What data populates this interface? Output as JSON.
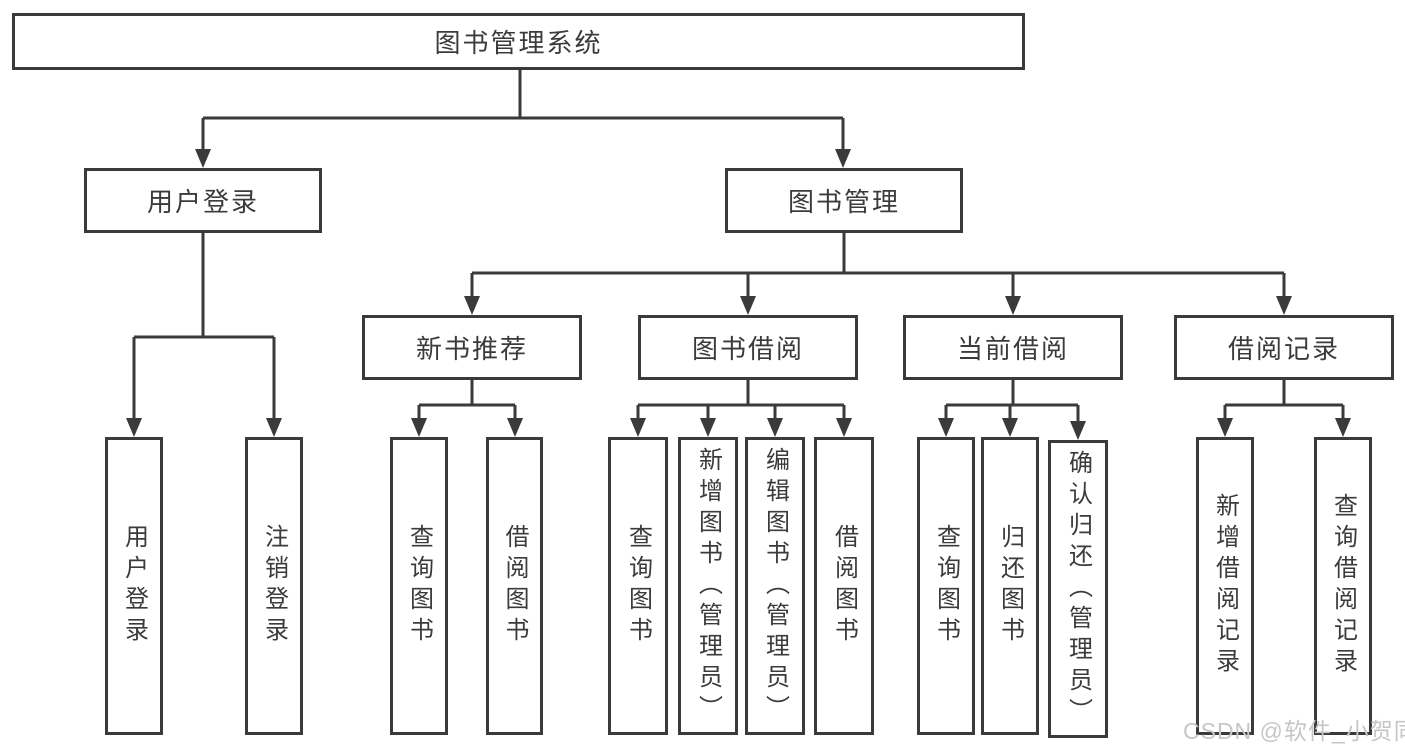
{
  "diagram": {
    "tree": {
      "label": "图书管理系统",
      "children": [
        {
          "label": "用户登录",
          "children": [
            {
              "label": "用户登录"
            },
            {
              "label": "注销登录"
            }
          ]
        },
        {
          "label": "图书管理",
          "children": [
            {
              "label": "新书推荐",
              "children": [
                {
                  "label": "查询图书"
                },
                {
                  "label": "借阅图书"
                }
              ]
            },
            {
              "label": "图书借阅",
              "children": [
                {
                  "label": "查询图书"
                },
                {
                  "label": "新增图书（管理员）"
                },
                {
                  "label": "编辑图书（管理员）"
                },
                {
                  "label": "借阅图书"
                }
              ]
            },
            {
              "label": "当前借阅",
              "children": [
                {
                  "label": "查询图书"
                },
                {
                  "label": "归还图书"
                },
                {
                  "label": "确认归还（管理员）"
                }
              ]
            },
            {
              "label": "借阅记录",
              "children": [
                {
                  "label": "新增借阅记录"
                },
                {
                  "label": "查询借阅记录"
                }
              ]
            }
          ]
        }
      ]
    },
    "watermark": {
      "text": "CSDN @软件_小贺同学"
    },
    "colors": {
      "line": "#3a3a3a",
      "text": "#3b3b3b",
      "box_background": "#ffffff",
      "page_background": "#ffffff",
      "watermark": "#c6c6c6"
    }
  }
}
